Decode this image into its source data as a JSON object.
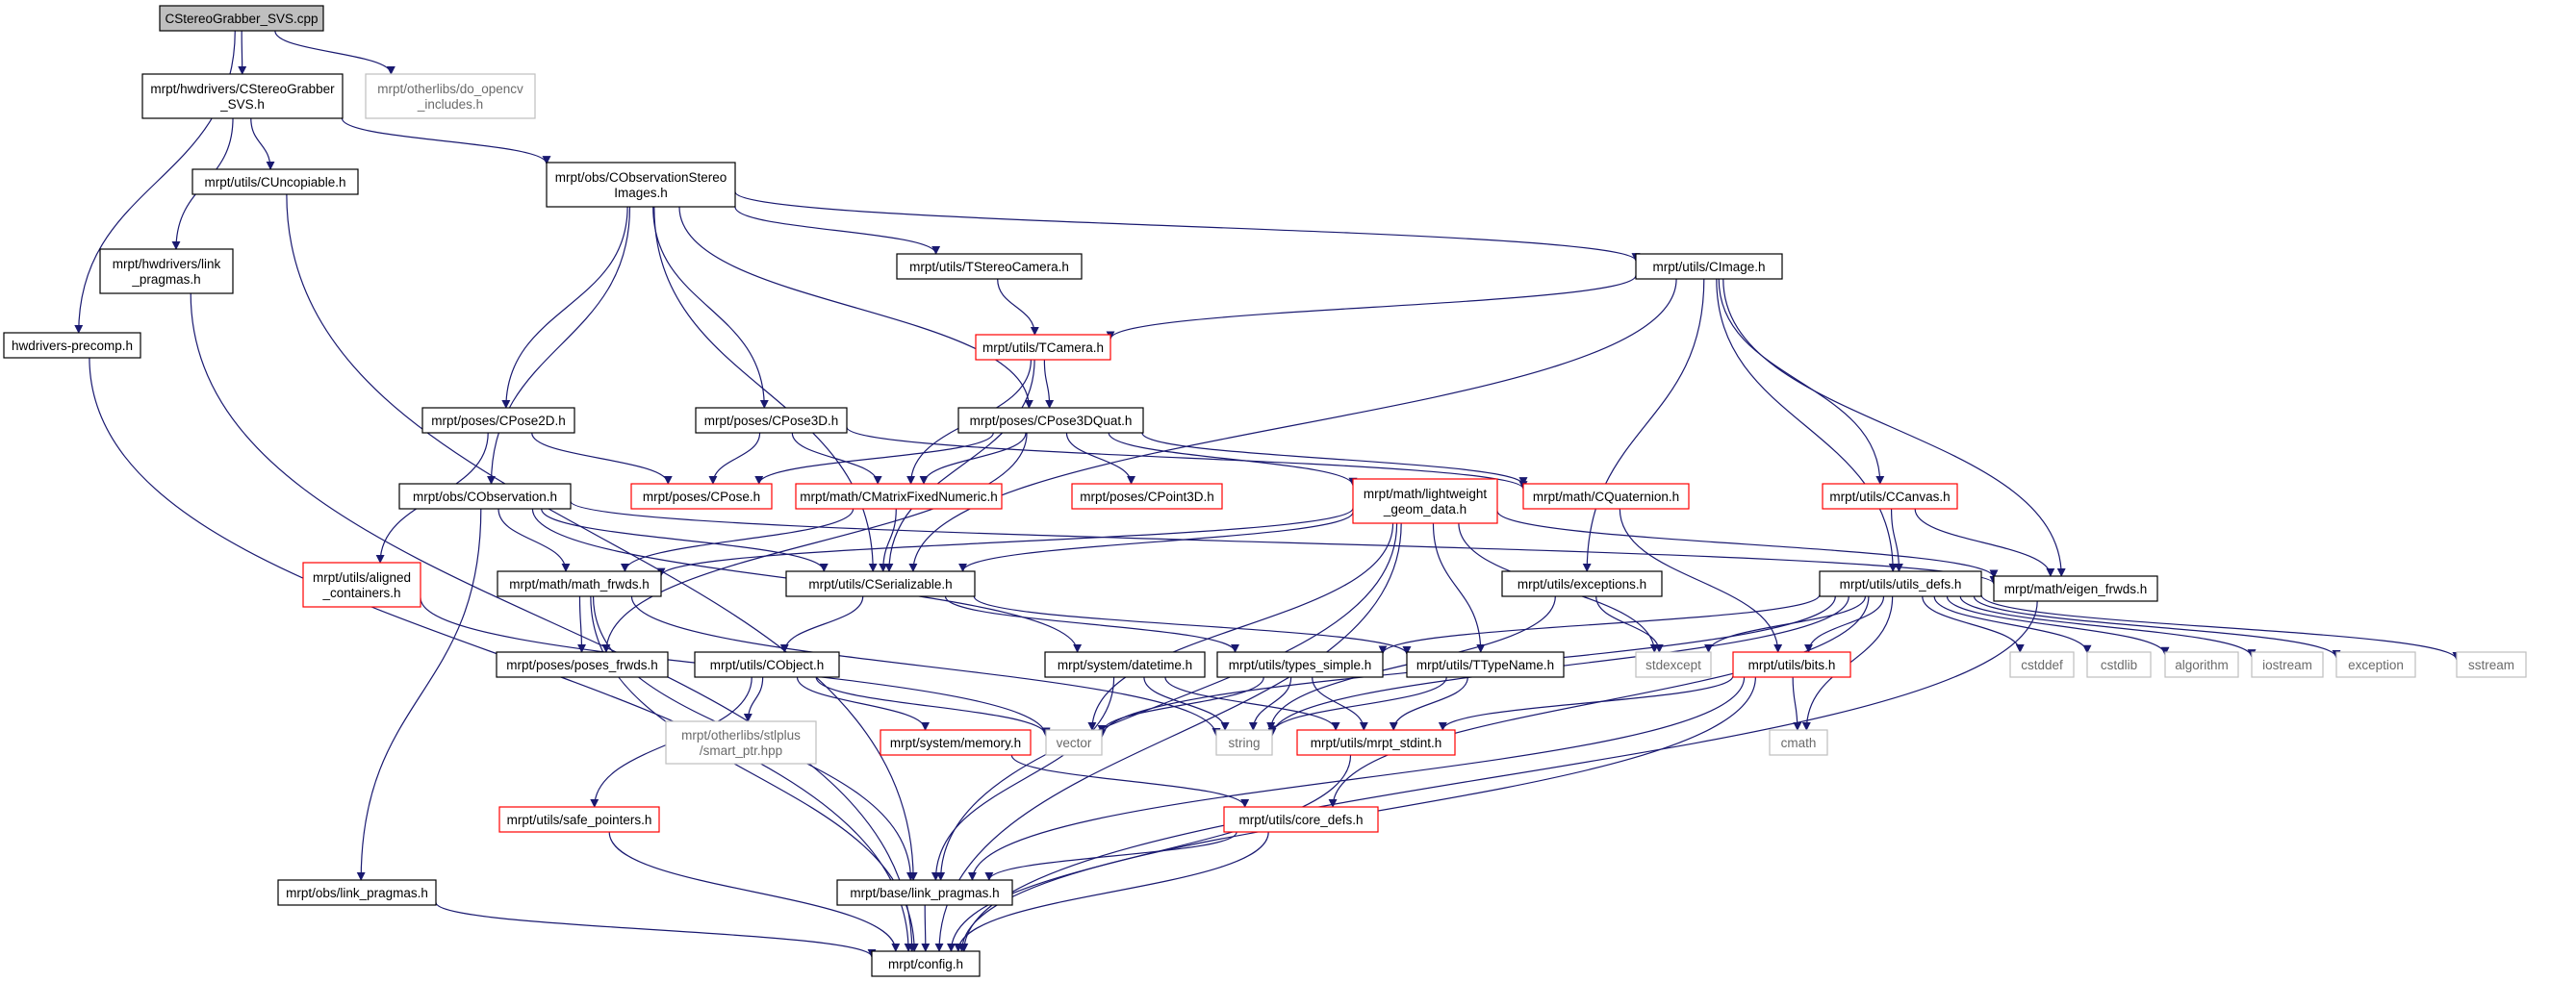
{
  "colors": {
    "edge": "#191970",
    "node_border_normal": "#000000",
    "node_border_truncated": "#ff0000",
    "node_border_system": "#bfbfbf",
    "root_fill": "#bfbfbf",
    "text": "#000000",
    "text_system": "#6a6a6a"
  },
  "nodes": [
    {
      "id": "root",
      "kind": "root",
      "lines": [
        "CStereoGrabber_SVS.cpp"
      ]
    },
    {
      "id": "hw_grabber",
      "kind": "normal",
      "lines": [
        "mrpt/hwdrivers/CStereoGrabber",
        "_SVS.h"
      ]
    },
    {
      "id": "do_opencv",
      "kind": "system",
      "lines": [
        "mrpt/otherlibs/do_opencv",
        "_includes.h"
      ]
    },
    {
      "id": "hw_precomp",
      "kind": "normal",
      "lines": [
        "hwdrivers-precomp.h"
      ]
    },
    {
      "id": "cuncopiable",
      "kind": "normal",
      "lines": [
        "mrpt/utils/CUncopiable.h"
      ]
    },
    {
      "id": "obs_stereo",
      "kind": "normal",
      "lines": [
        "mrpt/obs/CObservationStereo",
        "Images.h"
      ]
    },
    {
      "id": "hw_link",
      "kind": "normal",
      "lines": [
        "mrpt/hwdrivers/link",
        "_pragmas.h"
      ]
    },
    {
      "id": "tstereocam",
      "kind": "normal",
      "lines": [
        "mrpt/utils/TStereoCamera.h"
      ]
    },
    {
      "id": "cimage",
      "kind": "normal",
      "lines": [
        "mrpt/utils/CImage.h"
      ]
    },
    {
      "id": "tcamera",
      "kind": "truncated",
      "lines": [
        "mrpt/utils/TCamera.h"
      ]
    },
    {
      "id": "cpose2d",
      "kind": "normal",
      "lines": [
        "mrpt/poses/CPose2D.h"
      ]
    },
    {
      "id": "cpose3d",
      "kind": "normal",
      "lines": [
        "mrpt/poses/CPose3D.h"
      ]
    },
    {
      "id": "cpose3dquat",
      "kind": "normal",
      "lines": [
        "mrpt/poses/CPose3DQuat.h"
      ]
    },
    {
      "id": "cobservation",
      "kind": "normal",
      "lines": [
        "mrpt/obs/CObservation.h"
      ]
    },
    {
      "id": "cpose",
      "kind": "truncated",
      "lines": [
        "mrpt/poses/CPose.h"
      ]
    },
    {
      "id": "cmatrixfixed",
      "kind": "truncated",
      "lines": [
        "mrpt/math/CMatrixFixedNumeric.h"
      ]
    },
    {
      "id": "cpoint3d",
      "kind": "truncated",
      "lines": [
        "mrpt/poses/CPoint3D.h"
      ]
    },
    {
      "id": "lightweight",
      "kind": "truncated",
      "lines": [
        "mrpt/math/lightweight",
        "_geom_data.h"
      ]
    },
    {
      "id": "cquaternion",
      "kind": "truncated",
      "lines": [
        "mrpt/math/CQuaternion.h"
      ]
    },
    {
      "id": "ccanvas",
      "kind": "truncated",
      "lines": [
        "mrpt/utils/CCanvas.h"
      ]
    },
    {
      "id": "aligned",
      "kind": "truncated",
      "lines": [
        "mrpt/utils/aligned",
        "_containers.h"
      ]
    },
    {
      "id": "math_frwds",
      "kind": "normal",
      "lines": [
        "mrpt/math/math_frwds.h"
      ]
    },
    {
      "id": "cserializable",
      "kind": "normal",
      "lines": [
        "mrpt/utils/CSerializable.h"
      ]
    },
    {
      "id": "exceptions",
      "kind": "normal",
      "lines": [
        "mrpt/utils/exceptions.h"
      ]
    },
    {
      "id": "eigen_frwds",
      "kind": "normal",
      "lines": [
        "mrpt/math/eigen_frwds.h"
      ]
    },
    {
      "id": "utils_defs",
      "kind": "normal",
      "lines": [
        "mrpt/utils/utils_defs.h"
      ]
    },
    {
      "id": "poses_frwds",
      "kind": "normal",
      "lines": [
        "mrpt/poses/poses_frwds.h"
      ]
    },
    {
      "id": "cobject",
      "kind": "normal",
      "lines": [
        "mrpt/utils/CObject.h"
      ]
    },
    {
      "id": "datetime",
      "kind": "normal",
      "lines": [
        "mrpt/system/datetime.h"
      ]
    },
    {
      "id": "types_simple",
      "kind": "normal",
      "lines": [
        "mrpt/utils/types_simple.h"
      ]
    },
    {
      "id": "ttypename",
      "kind": "normal",
      "lines": [
        "mrpt/utils/TTypeName.h"
      ]
    },
    {
      "id": "stdexcept",
      "kind": "system",
      "lines": [
        "stdexcept"
      ]
    },
    {
      "id": "bits",
      "kind": "truncated",
      "lines": [
        "mrpt/utils/bits.h"
      ]
    },
    {
      "id": "cstddef",
      "kind": "system",
      "lines": [
        "cstddef"
      ]
    },
    {
      "id": "cstdlib",
      "kind": "system",
      "lines": [
        "cstdlib"
      ]
    },
    {
      "id": "algorithm",
      "kind": "system",
      "lines": [
        "algorithm"
      ]
    },
    {
      "id": "iostream",
      "kind": "system",
      "lines": [
        "iostream"
      ]
    },
    {
      "id": "exception",
      "kind": "system",
      "lines": [
        "exception"
      ]
    },
    {
      "id": "sstream",
      "kind": "system",
      "lines": [
        "sstream"
      ]
    },
    {
      "id": "smart_ptr",
      "kind": "system",
      "lines": [
        "mrpt/otherlibs/stlplus",
        "/smart_ptr.hpp"
      ]
    },
    {
      "id": "sys_memory",
      "kind": "truncated",
      "lines": [
        "mrpt/system/memory.h"
      ]
    },
    {
      "id": "vector",
      "kind": "system",
      "lines": [
        "vector"
      ]
    },
    {
      "id": "string",
      "kind": "system",
      "lines": [
        "string"
      ]
    },
    {
      "id": "mrpt_stdint",
      "kind": "truncated",
      "lines": [
        "mrpt/utils/mrpt_stdint.h"
      ]
    },
    {
      "id": "cmath",
      "kind": "system",
      "lines": [
        "cmath"
      ]
    },
    {
      "id": "safe_pointers",
      "kind": "truncated",
      "lines": [
        "mrpt/utils/safe_pointers.h"
      ]
    },
    {
      "id": "core_defs",
      "kind": "truncated",
      "lines": [
        "mrpt/utils/core_defs.h"
      ]
    },
    {
      "id": "obs_link",
      "kind": "normal",
      "lines": [
        "mrpt/obs/link_pragmas.h"
      ]
    },
    {
      "id": "base_link",
      "kind": "normal",
      "lines": [
        "mrpt/base/link_pragmas.h"
      ]
    },
    {
      "id": "config",
      "kind": "normal",
      "lines": [
        "mrpt/config.h"
      ]
    }
  ]
}
